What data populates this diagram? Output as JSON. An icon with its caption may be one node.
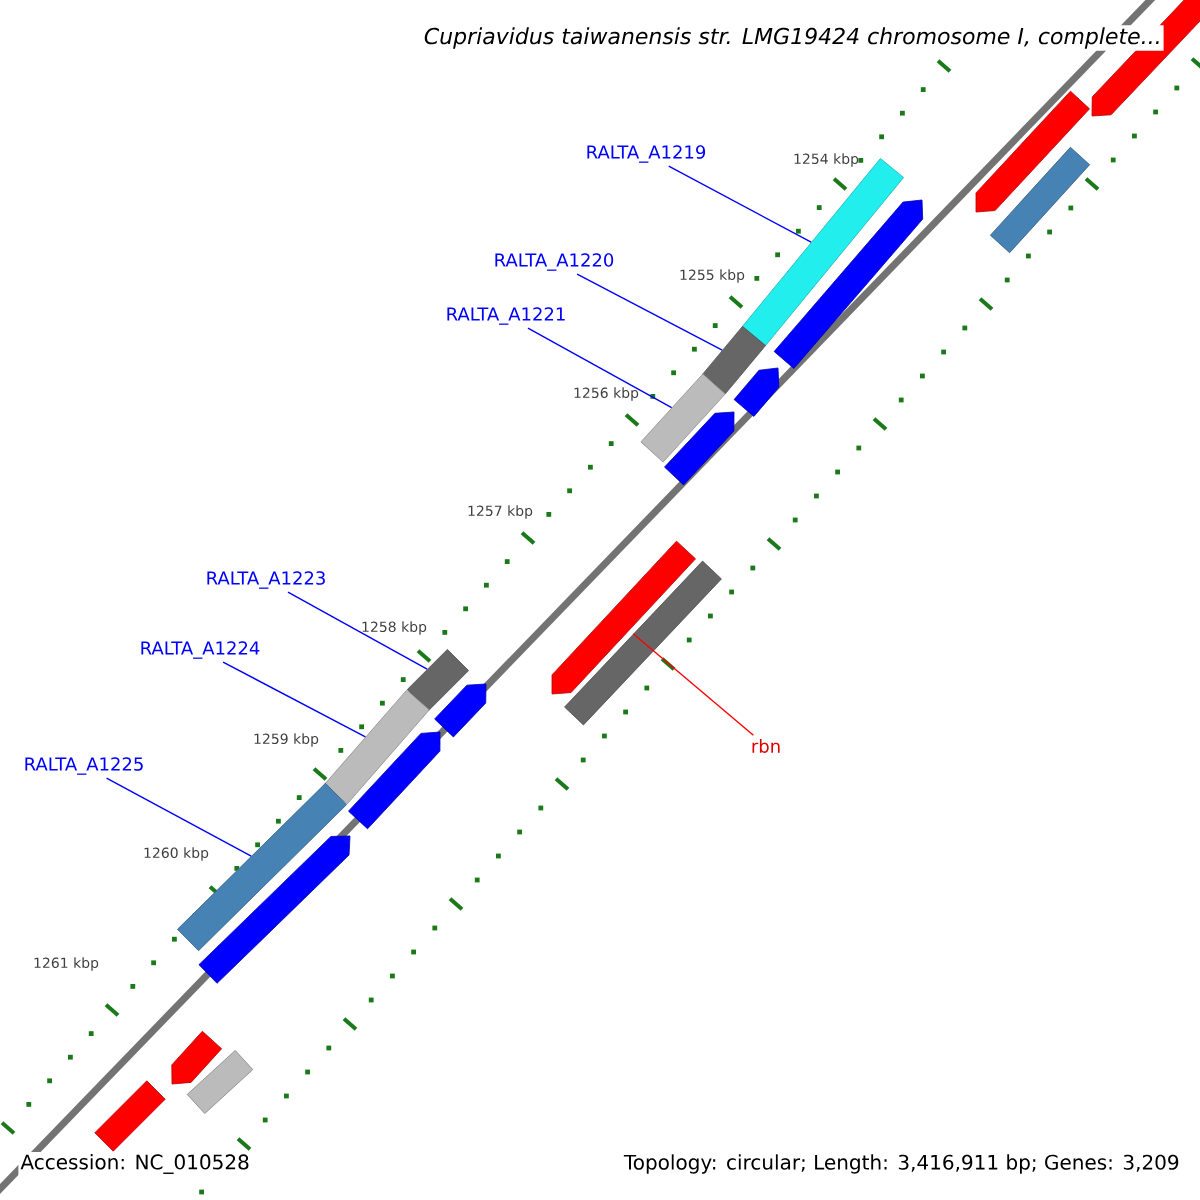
{
  "diagram": {
    "title": "Cupriavidus taiwanensis str. LMG19424 chromosome I, complete...",
    "nodes": [
      {
        "text": [
          "RALTA_A1219"
        ]
      },
      {
        "text": [],
        "shape": "bar"
      },
      {
        "text": [
          "RALTA_A1220"
        ]
      },
      {
        "text": [],
        "shape": "bar"
      },
      {
        "text": [
          "RALTA_A1221"
        ]
      },
      {
        "text": [],
        "shape": "bar"
      },
      {
        "text": [
          "RALTA_A1223"
        ]
      },
      {
        "text": [],
        "shape": "bar"
      },
      {
        "text": [
          "RALTA_A1224"
        ]
      },
      {
        "text": [],
        "shape": "bar"
      },
      {
        "text": [
          "RALTA_A1225"
        ]
      },
      {
        "text": [],
        "shape": "bar"
      },
      {
        "text": [],
        "shape": "bar"
      },
      {
        "text": [
          "rbn"
        ]
      },
      {
        "text": [],
        "shape": "bar"
      },
      {
        "text": [],
        "shape": "bar"
      },
      {
        "text": [],
        "shape": "bar"
      },
      {
        "text": [],
        "shape": "bar"
      },
      {
        "text": [],
        "shape": "bar"
      },
      {
        "text": [],
        "shape": "bar"
      },
      {
        "text": [],
        "shape": "bar"
      },
      {
        "text": [],
        "shape": "bar"
      },
      {
        "text": [],
        "shape": "bar"
      },
      {
        "text": [],
        "shape": "bar"
      },
      {
        "text": [],
        "shape": "bar"
      },
      {
        "text": [],
        "shape": "bar"
      },
      {
        "text": [],
        "shape": "bar"
      }
    ],
    "edges": [
      {
        "from": 0,
        "to": 1,
        "arrow": "none"
      },
      {
        "from": 2,
        "to": 3,
        "arrow": "none"
      },
      {
        "from": 4,
        "to": 5,
        "arrow": "none"
      },
      {
        "from": 6,
        "to": 7,
        "arrow": "none"
      },
      {
        "from": 8,
        "to": 9,
        "arrow": "none"
      },
      {
        "from": 10,
        "to": 11,
        "arrow": "none"
      },
      {
        "from": 13,
        "to": 12,
        "arrow": "none",
        "color": "#ff0000"
      }
    ],
    "labels": [
      "1254 kbp",
      "1255 kbp",
      "1256 kbp",
      "1257 kbp",
      "1258 kbp",
      "1259 kbp",
      "1260 kbp",
      "1261 kbp",
      "Accession: NC_010528",
      "Topology: circular; Length: 3,416,911 bp; Genes: 3,209"
    ]
  }
}
